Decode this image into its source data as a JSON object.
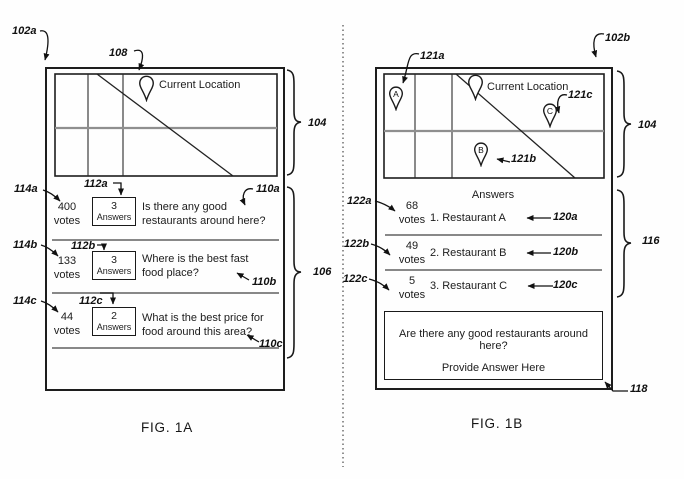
{
  "colors": {
    "ink": "#1a1a1a",
    "muted_line": "#8f8f8f",
    "separator": "#606060"
  },
  "fig1a": {
    "panel_ref": "102a",
    "caption": "FIG. 1A",
    "map": {
      "brace_ref": "104",
      "pin_ref": "108",
      "current_location": "Current Location"
    },
    "list_brace_ref": "106",
    "rows": [
      {
        "votes_ref": "114a",
        "votes": "400",
        "votes_label": "votes",
        "answers_ref": "112a",
        "answers_count": "3",
        "answers_label": "Answers",
        "question_ref": "110a",
        "question_line1": "Is there any good",
        "question_line2": "restaurants around here?"
      },
      {
        "votes_ref": "114b",
        "votes": "133",
        "votes_label": "votes",
        "answers_ref": "112b",
        "answers_count": "3",
        "answers_label": "Answers",
        "question_ref": "110b",
        "question_line1": "Where is the best fast",
        "question_line2": "food place?"
      },
      {
        "votes_ref": "114c",
        "votes": "44",
        "votes_label": "votes",
        "answers_ref": "112c",
        "answers_count": "2",
        "answers_label": "Answers",
        "question_ref": "110c",
        "question_line1": "What is the best price for",
        "question_line2": "food around this area?"
      }
    ]
  },
  "fig1b": {
    "panel_ref": "102b",
    "caption": "FIG. 1B",
    "map": {
      "brace_ref": "104",
      "current_location": "Current Location",
      "pin_a": {
        "letter": "A",
        "ref": "121a"
      },
      "pin_b": {
        "letter": "B",
        "ref": "121b"
      },
      "pin_c": {
        "letter": "C",
        "ref": "121c"
      }
    },
    "answers": {
      "title": "Answers",
      "brace_ref": "116",
      "rows": [
        {
          "votes_ref": "122a",
          "votes": "68",
          "votes_label": "votes",
          "label": "1. Restaurant A",
          "ref": "120a"
        },
        {
          "votes_ref": "122b",
          "votes": "49",
          "votes_label": "votes",
          "label": "2. Restaurant B",
          "ref": "120b"
        },
        {
          "votes_ref": "122c",
          "votes": "5",
          "votes_label": "votes",
          "label": "3. Restaurant C",
          "ref": "120c"
        }
      ]
    },
    "answer_box": {
      "ref": "118",
      "question": "Are there any good restaurants around here?",
      "prompt": "Provide Answer Here"
    }
  }
}
